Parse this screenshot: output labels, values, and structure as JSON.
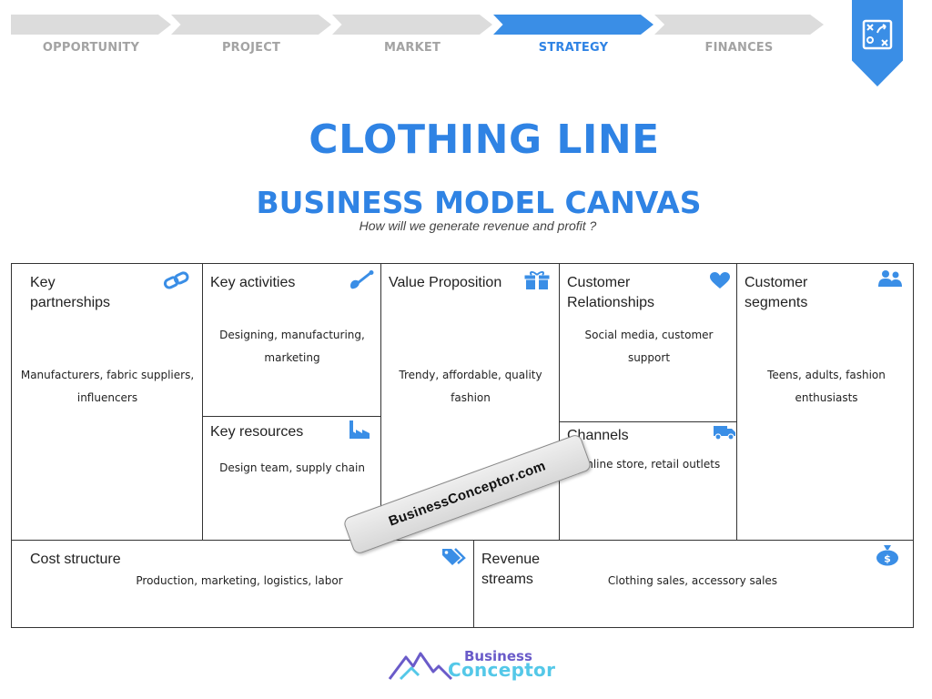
{
  "steps": [
    {
      "label": "OPPORTUNITY",
      "active": false
    },
    {
      "label": "PROJECT",
      "active": false
    },
    {
      "label": "MARKET",
      "active": false
    },
    {
      "label": "STRATEGY",
      "active": true
    },
    {
      "label": "FINANCES",
      "active": false
    }
  ],
  "bookmark": {
    "icon": "strategy-board-icon"
  },
  "header": {
    "title": "CLOTHING LINE",
    "subtitle": "BUSINESS MODEL CANVAS",
    "tagline": "How will we generate revenue and profit ?"
  },
  "canvas": {
    "key_partnerships": {
      "heading": "Key partnerships",
      "content": "Manufacturers, fabric suppliers, influencers",
      "icon": "link-icon"
    },
    "key_activities": {
      "heading": "Key activities",
      "content": "Designing, manufacturing, marketing",
      "icon": "shovel-icon"
    },
    "key_resources": {
      "heading": "Key resources",
      "content": "Design team, supply chain",
      "icon": "factory-icon"
    },
    "value_proposition": {
      "heading": "Value Proposition",
      "content": "Trendy, affordable, quality fashion",
      "icon": "gift-icon"
    },
    "customer_relationships": {
      "heading": "Customer Relationships",
      "content": "Social media, customer support",
      "icon": "heart-icon"
    },
    "channels": {
      "heading": "Channels",
      "content": "Online store, retail outlets",
      "icon": "truck-icon"
    },
    "customer_segments": {
      "heading": "Customer segments",
      "content": "Teens, adults, fashion enthusiasts",
      "icon": "users-icon"
    },
    "cost_structure": {
      "heading": "Cost structure",
      "content": "Production, marketing, logistics, labor",
      "icon": "tag-icon"
    },
    "revenue_streams": {
      "heading": "Revenue streams",
      "content": "Clothing sales, accessory sales",
      "icon": "money-bag-icon"
    }
  },
  "watermark": {
    "text": "BusinessConceptor.com"
  },
  "logo": {
    "line1": "Business",
    "line2": "Conceptor"
  },
  "colors": {
    "accent": "#2f83e4",
    "inactive_step": "#dcdcdc",
    "icon": "#3a8ee6"
  }
}
